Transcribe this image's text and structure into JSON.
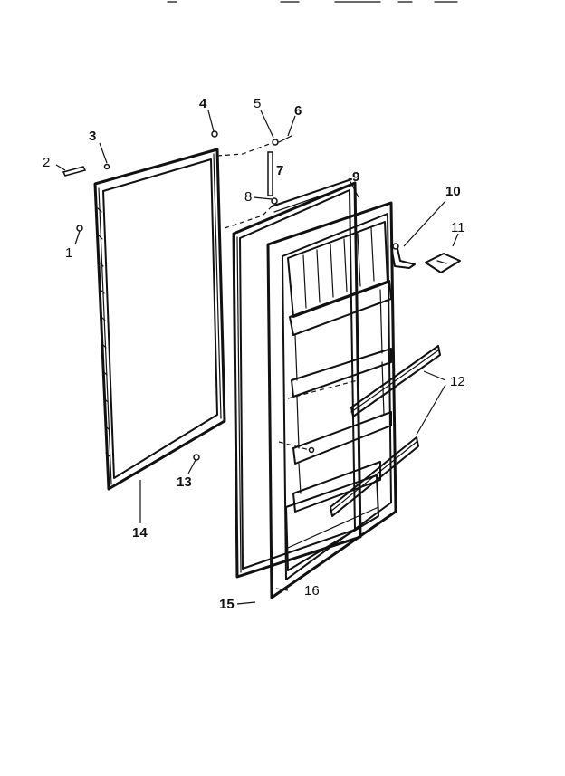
{
  "callouts": {
    "c1": "1",
    "c2": "2",
    "c3": "3",
    "c4": "4",
    "c5": "5",
    "c6": "6",
    "c7": "7",
    "c8": "8",
    "c9": "9",
    "c10": "10",
    "c11": "11",
    "c12": "12",
    "c13": "13",
    "c14": "14",
    "c15": "15",
    "c16": "16"
  },
  "colors": {
    "ink": "#111111",
    "paper": "#ffffff"
  }
}
